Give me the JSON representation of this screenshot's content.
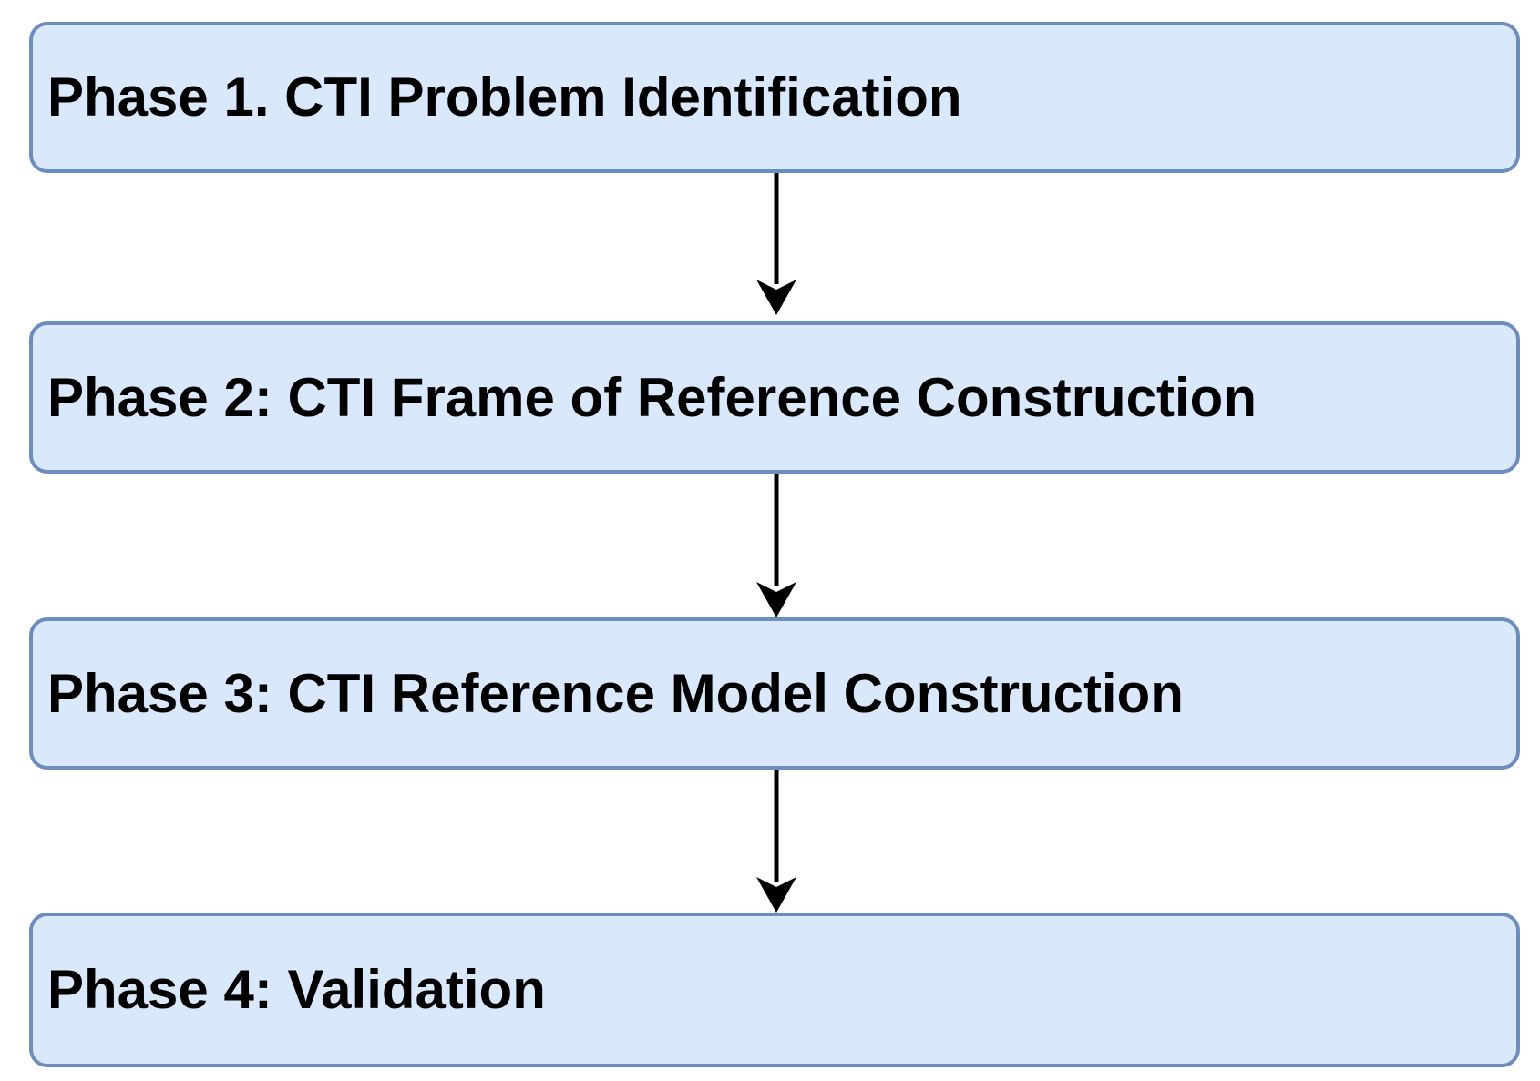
{
  "diagram": {
    "type": "flowchart",
    "orientation": "top-down",
    "colors": {
      "node_fill": "#dae8fc",
      "node_border": "#6c8ebf",
      "text": "#000000",
      "arrow": "#000000",
      "background": "#ffffff"
    },
    "nodes": [
      {
        "id": "phase-1",
        "label": "Phase 1. CTI Problem Identification"
      },
      {
        "id": "phase-2",
        "label": "Phase 2: CTI Frame of Reference Construction"
      },
      {
        "id": "phase-3",
        "label": "Phase 3: CTI Reference Model Construction"
      },
      {
        "id": "phase-4",
        "label": "Phase 4: Validation"
      }
    ],
    "edges": [
      {
        "from": "phase-1",
        "to": "phase-2",
        "style": "arrow-down"
      },
      {
        "from": "phase-2",
        "to": "phase-3",
        "style": "arrow-down"
      },
      {
        "from": "phase-3",
        "to": "phase-4",
        "style": "arrow-down"
      }
    ]
  }
}
